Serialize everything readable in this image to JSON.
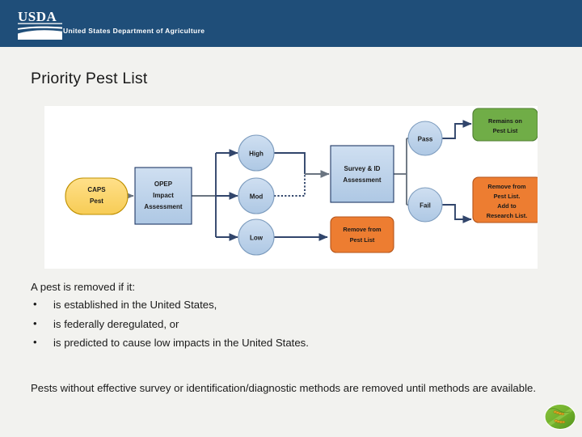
{
  "header": {
    "agency_wordmark": "United States Department of Agriculture",
    "logo_text": "USDA",
    "logo_icon": "usda-landscape-logo",
    "banner_color": "#1f4e79"
  },
  "slide": {
    "title": "Priority Pest List"
  },
  "colors": {
    "start_node": "#ffd966",
    "process_node": "#bdd7ee",
    "decision_node": "#bdd7ee",
    "pass_outcome": "#70ad47",
    "fail_outcome": "#ed7d31",
    "connector": "#6a7480",
    "node_stroke": "#1f3864",
    "panel_background": "#ffffff",
    "page_background": "#f2f2ef"
  },
  "chart_data": {
    "type": "diagram",
    "title": "Priority Pest List decision flow",
    "nodes": [
      {
        "id": "caps-pest",
        "label": "CAPS Pest",
        "lines": [
          "CAPS",
          "Pest"
        ],
        "shape": "stadium",
        "fill": "#ffd966"
      },
      {
        "id": "opep-assessment",
        "label": "OPEP Impact Assessment",
        "lines": [
          "OPEP",
          "Impact",
          "Assessment"
        ],
        "shape": "rectangle",
        "fill": "#bdd7ee"
      },
      {
        "id": "impact-high",
        "label": "High",
        "lines": [
          "High"
        ],
        "shape": "circle",
        "fill": "#bdd7ee"
      },
      {
        "id": "impact-mod",
        "label": "Mod",
        "lines": [
          "Mod"
        ],
        "shape": "circle",
        "fill": "#bdd7ee"
      },
      {
        "id": "impact-low",
        "label": "Low",
        "lines": [
          "Low"
        ],
        "shape": "circle",
        "fill": "#bdd7ee"
      },
      {
        "id": "survey-id",
        "label": "Survey & ID Assessment",
        "lines": [
          "Survey & ID",
          "Assessment"
        ],
        "shape": "rectangle",
        "fill": "#bdd7ee"
      },
      {
        "id": "result-pass",
        "label": "Pass",
        "lines": [
          "Pass"
        ],
        "shape": "circle",
        "fill": "#bdd7ee"
      },
      {
        "id": "result-fail",
        "label": "Fail",
        "lines": [
          "Fail"
        ],
        "shape": "circle",
        "fill": "#bdd7ee"
      },
      {
        "id": "remains-on-list",
        "label": "Remains on Pest List",
        "lines": [
          "Remains on",
          "Pest List"
        ],
        "shape": "rounded",
        "fill": "#70ad47"
      },
      {
        "id": "remove-low",
        "label": "Remove from Pest List",
        "lines": [
          "Remove from",
          "Pest List"
        ],
        "shape": "rounded",
        "fill": "#ed7d31"
      },
      {
        "id": "remove-research",
        "label": "Remove from Pest List. Add to Research List.",
        "lines": [
          "Remove from",
          "Pest List.",
          "Add to",
          "Research List."
        ],
        "shape": "rounded",
        "fill": "#ed7d31"
      }
    ],
    "edges": [
      {
        "from": "caps-pest",
        "to": "opep-assessment",
        "style": "solid"
      },
      {
        "from": "opep-assessment",
        "to": "impact-high",
        "style": "solid"
      },
      {
        "from": "opep-assessment",
        "to": "impact-mod",
        "style": "solid"
      },
      {
        "from": "opep-assessment",
        "to": "impact-low",
        "style": "solid"
      },
      {
        "from": "impact-high",
        "to": "survey-id",
        "style": "solid"
      },
      {
        "from": "impact-mod",
        "to": "survey-id",
        "style": "dotted"
      },
      {
        "from": "impact-low",
        "to": "remove-low",
        "style": "solid"
      },
      {
        "from": "survey-id",
        "to": "result-pass",
        "style": "solid"
      },
      {
        "from": "survey-id",
        "to": "result-fail",
        "style": "solid"
      },
      {
        "from": "result-pass",
        "to": "remains-on-list",
        "style": "solid"
      },
      {
        "from": "result-fail",
        "to": "remove-research",
        "style": "solid"
      }
    ]
  },
  "body": {
    "intro": "A pest is removed if it:",
    "bullet_glyph": "•",
    "bullets": [
      "is established in the United States,",
      "is federally deregulated, or",
      "is predicted to cause low impacts in the United States."
    ],
    "closing": "Pests without effective survey or identification/diagnostic methods are removed until methods are available."
  },
  "decoration": {
    "corner_image": "caterpillars-on-leaf-photo"
  }
}
